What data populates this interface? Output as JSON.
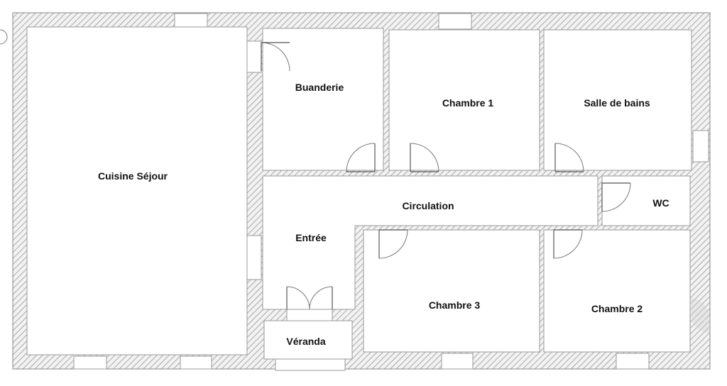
{
  "rooms": {
    "cuisine_sejour": "Cuisine Séjour",
    "buanderie": "Buanderie",
    "chambre_1": "Chambre 1",
    "salle_de_bains": "Salle de bains",
    "circulation": "Circulation",
    "wc": "WC",
    "entree": "Entrée",
    "chambre_3": "Chambre 3",
    "chambre_2": "Chambre 2",
    "veranda": "Véranda"
  },
  "colors": {
    "wall_hatch": "#8a8a8a",
    "room_fill": "#ffffff",
    "label_text": "#111111"
  }
}
